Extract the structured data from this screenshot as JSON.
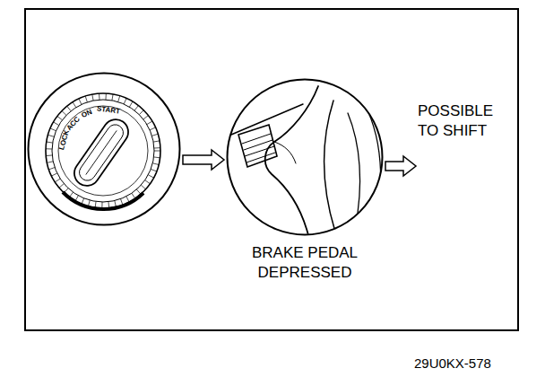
{
  "diagram": {
    "nodes": [
      {
        "text": [
          "LOCK",
          "ACC",
          "ON",
          "START"
        ]
      },
      {
        "text": [
          "BRAKE PEDAL DEPRESSED"
        ]
      },
      {
        "text": [
          "POSSIBLE TO SHIFT"
        ]
      }
    ],
    "edges": [
      {
        "from": 0,
        "to": 1,
        "arrow": "to"
      },
      {
        "from": 1,
        "to": 2,
        "arrow": "to"
      }
    ],
    "labels": [
      "29U0KX-578"
    ]
  }
}
